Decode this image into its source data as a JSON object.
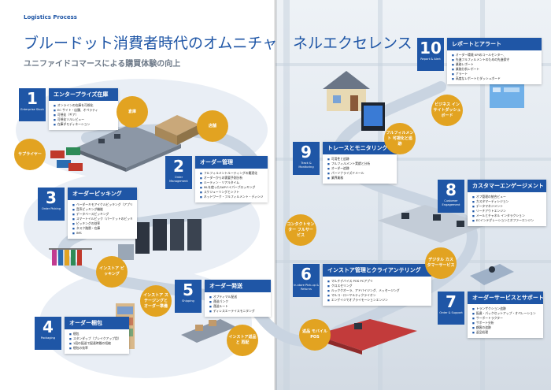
{
  "header": {
    "kicker": "Logistics Process",
    "title_left": "ブルードット消費者時代のオムニチャ",
    "title_right": "ネルエクセレンス",
    "subtitle": "ユニファイドコマースによる購買体験の向上"
  },
  "steps": [
    {
      "num": "1",
      "en": "Enterprise Stock",
      "title": "エンタープライズ在庫",
      "items": [
        "オンラインの在庫を可視化",
        "EC サイト・店舗、オペラティ",
        "可視化（ギア）",
        "可視化ソルレビュー",
        "在庫ダモディネーション"
      ]
    },
    {
      "num": "2",
      "en": "Order Management",
      "title": "オーダー管理",
      "items": [
        "フルフィルメントルーティングの最適化",
        "オーダーからの需要予測分析",
        "ルーティン・リアルタイム",
        "MLを使ったSAPハイパーブロッキング",
        "スケジューリングとシフト",
        "ネットワーク・フルフィルメント・ディシジョンボード"
      ]
    },
    {
      "num": "3",
      "en": "Order Picking",
      "title": "オーダーピッキング",
      "items": [
        "ベーダーキモアイケルピッキング（アプリ）",
        "音声ピッキング機能",
        "データベースピッキング",
        "スマートイルピック（パーケットのピッキング）",
        "ピッキングの効率",
        "タスク階層・在庫",
        "IMS"
      ]
    },
    {
      "num": "4",
      "en": "Packaging",
      "title": "オーダー梱包",
      "items": [
        "梱包",
        "スタンダップ（ブレイクアップ用）",
        "1段の配送で配達時間の短縮",
        "梱包の効率"
      ]
    },
    {
      "num": "5",
      "en": "Shipping",
      "title": "オーダー発送",
      "items": [
        "オプティマル配送",
        "運送パンク",
        "運送ルート",
        "ディレスエーテイスモニタング"
      ]
    },
    {
      "num": "6",
      "en": "In-store Pick-up & Returns",
      "title": "インストア管理とクライアンテリング",
      "items": [
        "マルチデバイス POS PCアプリ",
        "クロスセリング",
        "ルッククオーラ、アドバイジング、メッセージング",
        "マルコ・ローヤルティクライオン",
        "エンゲイジでオブライモーションエンジン"
      ]
    },
    {
      "num": "7",
      "en": "Order & Support",
      "title": "オーダーサービスとサポート",
      "items": [
        "トランザクション追跡",
        "配達・パックセットアップ・オペレーション",
        "サーポートラクター",
        "サポート分析",
        "顧客の追跡",
        "返品処理"
      ]
    },
    {
      "num": "8",
      "en": "Customer Engagement",
      "title": "カスタマーエンゲージメント",
      "items": [
        "オフ管理の統合ビュー",
        "カスタマーディシジョン",
        "データマネジメント",
        "リーチアウトエンジン",
        "メールとチャネル インタラクション",
        "ECインテグレーションとオファーエンジン"
      ]
    },
    {
      "num": "9",
      "en": "Track & Monitoring",
      "title": "トレースとモニタリング",
      "items": [
        "可用性と追跡",
        "フルフィルメント実績と分析",
        "オーダー追跡",
        "パーソナライズドメール",
        "業界業務"
      ]
    },
    {
      "num": "10",
      "en": "Report & Alert",
      "title": "レポートとアラート",
      "items": [
        "オーダー環境 KPIのコールセンター、",
        "先進フルフィルメントのための先進保守",
        "業務レポート",
        "業務分析レポート",
        "アラート",
        "高度なレポートとダッシュボード"
      ]
    }
  ],
  "bubbles": {
    "supplier": "サプライヤー",
    "warehouse": "倉庫",
    "store": "店舗",
    "instore_picking": "インストア ピッキング",
    "instore_staging": "インストア ステージングと オーダー準備",
    "instore_return": "インストア返品と 再配",
    "returns_pos": "返品 モバイルPOS",
    "digital_customer": "デジタル カスタマーサービス",
    "contact_center": "コンタクトセンター フルサービス",
    "fulfillment_tracking": "フルフィルメント 可視化と追跡",
    "business_insight": "ビジネス インサイトダッシュボード"
  },
  "colors": {
    "blue": "#1f56a6",
    "gold": "#e2a321",
    "grey": "#6e7a89"
  }
}
